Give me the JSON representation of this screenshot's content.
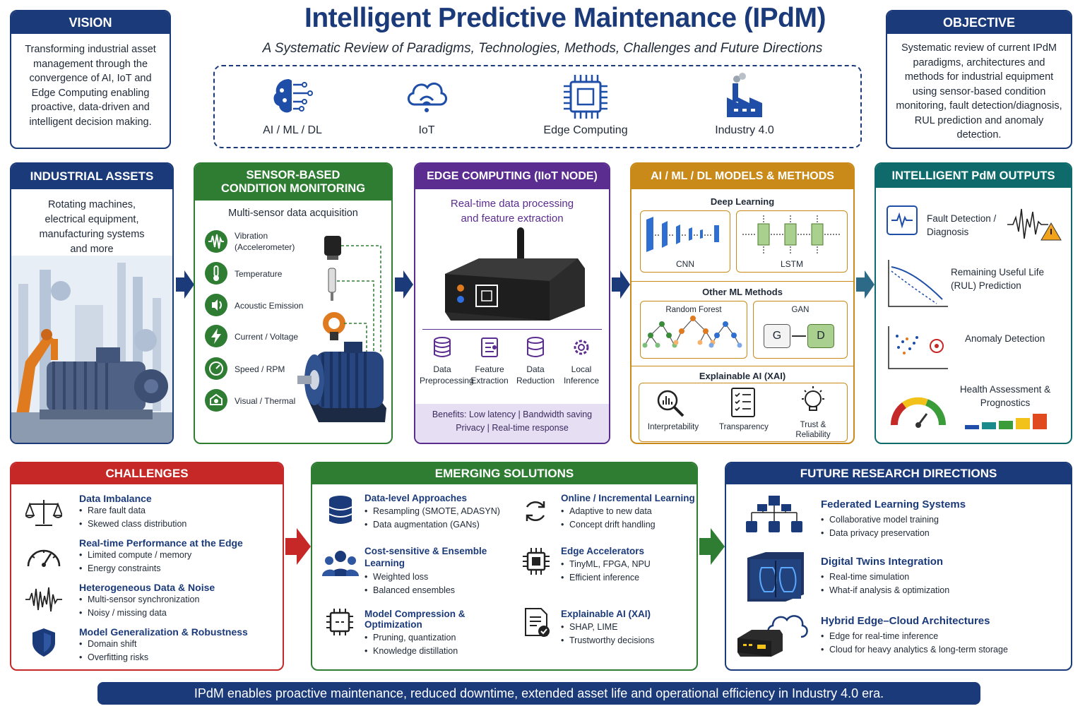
{
  "title": "Intelligent Predictive Maintenance (IPdM)",
  "subtitle": "A Systematic Review of Paradigms, Technologies, Methods, Challenges and Future Directions",
  "pillars": [
    {
      "label": "AI / ML / DL",
      "icon": "brain-circuit-icon"
    },
    {
      "label": "IoT",
      "icon": "cloud-wifi-icon"
    },
    {
      "label": "Edge Computing",
      "icon": "chip-icon"
    },
    {
      "label": "Industry 4.0",
      "icon": "factory-icon"
    }
  ],
  "vision": {
    "title": "VISION",
    "text": "Transforming industrial asset management through the convergence of AI, IoT and Edge Computing enabling proactive, data-driven and intelligent decision making."
  },
  "objective": {
    "title": "OBJECTIVE",
    "text": "Systematic review of current IPdM paradigms, architectures and methods for industrial equipment using sensor-based condition monitoring, fault detection/diagnosis, RUL prediction and anomaly detection."
  },
  "assets": {
    "title": "INDUSTRIAL ASSETS",
    "text": "Rotating machines, electrical equipment, manufacturing systems and more"
  },
  "sensing": {
    "title": "SENSOR-BASED CONDITION MONITORING",
    "subtitle": "Multi-sensor data acquisition",
    "items": [
      "Vibration (Accelerometer)",
      "Temperature",
      "Acoustic Emission",
      "Current / Voltage",
      "Speed / RPM",
      "Visual / Thermal"
    ]
  },
  "edge": {
    "title": "EDGE COMPUTING (IIoT NODE)",
    "subtitle": "Real-time data processing and feature extraction",
    "steps": [
      {
        "l1": "Data",
        "l2": "Preprocessing"
      },
      {
        "l1": "Feature",
        "l2": "Extraction"
      },
      {
        "l1": "Data",
        "l2": "Reduction"
      },
      {
        "l1": "Local",
        "l2": "Inference"
      }
    ],
    "benefits1": "Benefits: Low latency | Bandwidth saving",
    "benefits2": "Privacy | Real-time response"
  },
  "models": {
    "title": "AI / ML / DL MODELS & METHODS",
    "dl_title": "Deep Learning",
    "cnn": "CNN",
    "lstm": "LSTM",
    "ml_title": "Other ML Methods",
    "rf": "Random Forest",
    "gan": "GAN",
    "g": "G",
    "d": "D",
    "xai_title": "Explainable AI (XAI)",
    "xai_items": [
      "Interpretability",
      "Transparency",
      "Trust & Reliability"
    ]
  },
  "outputs": {
    "title": "INTELLIGENT PdM OUTPUTS",
    "items": [
      "Fault Detection / Diagnosis",
      "Remaining Useful Life (RUL) Prediction",
      "Anomaly Detection",
      "Health Assessment & Prognostics"
    ]
  },
  "challenges": {
    "title": "CHALLENGES",
    "items": [
      {
        "title": "Data Imbalance",
        "bullets": [
          "Rare fault data",
          "Skewed class distribution"
        ]
      },
      {
        "title": "Real-time Performance at the Edge",
        "bullets": [
          "Limited compute / memory",
          "Energy constraints"
        ]
      },
      {
        "title": "Heterogeneous Data & Noise",
        "bullets": [
          "Multi-sensor synchronization",
          "Noisy / missing data"
        ]
      },
      {
        "title": "Model Generalization & Robustness",
        "bullets": [
          "Domain shift",
          "Overfitting risks"
        ]
      }
    ]
  },
  "solutions": {
    "title": "EMERGING SOLUTIONS",
    "items": [
      {
        "title": "Data-level Approaches",
        "bullets": [
          "Resampling (SMOTE, ADASYN)",
          "Data augmentation (GANs)"
        ]
      },
      {
        "title": "Online / Incremental Learning",
        "bullets": [
          "Adaptive to new data",
          "Concept drift handling"
        ]
      },
      {
        "title": "Cost-sensitive & Ensemble Learning",
        "bullets": [
          "Weighted loss",
          "Balanced ensembles"
        ]
      },
      {
        "title": "Edge Accelerators",
        "bullets": [
          "TinyML, FPGA, NPU",
          "Efficient inference"
        ]
      },
      {
        "title": "Model Compression & Optimization",
        "bullets": [
          "Pruning, quantization",
          "Knowledge distillation"
        ]
      },
      {
        "title": "Explainable AI (XAI)",
        "bullets": [
          "SHAP, LIME",
          "Trustworthy decisions"
        ]
      }
    ]
  },
  "future": {
    "title": "FUTURE RESEARCH DIRECTIONS",
    "items": [
      {
        "title": "Federated Learning Systems",
        "bullets": [
          "Collaborative model training",
          "Data privacy preservation"
        ]
      },
      {
        "title": "Digital Twins Integration",
        "bullets": [
          "Real-time simulation",
          "What-if analysis & optimization"
        ]
      },
      {
        "title": "Hybrid Edge–Cloud Architectures",
        "bullets": [
          "Edge for real-time inference",
          "Cloud for heavy analytics & long-term storage"
        ]
      }
    ]
  },
  "footer": "IPdM enables proactive maintenance, reduced downtime, extended asset life and operational efficiency in Industry 4.0 era.",
  "colors": {
    "navy": "#1b3a7a",
    "green": "#2e7d32",
    "purple": "#5b2d90",
    "gold": "#c98a1a",
    "teal": "#0f6b6b",
    "red": "#c62828"
  }
}
